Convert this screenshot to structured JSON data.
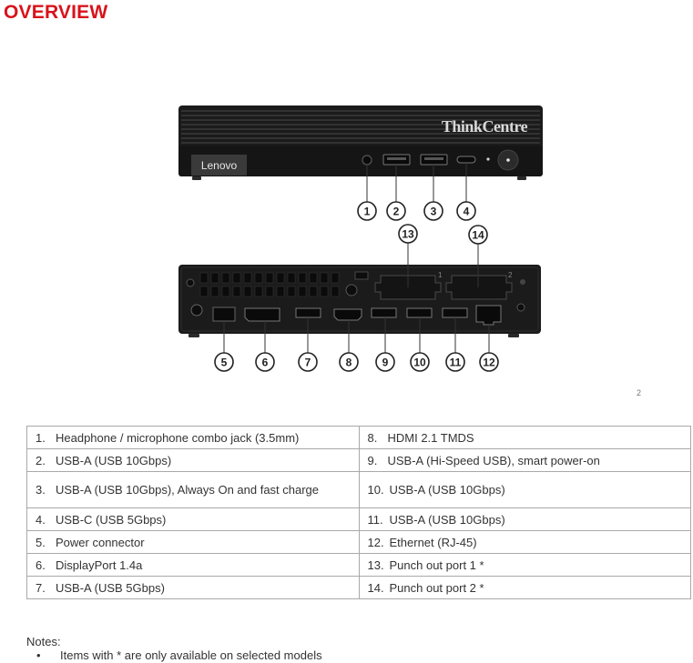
{
  "page": {
    "title": "OVERVIEW",
    "page_number": "2"
  },
  "device": {
    "brand_logo": "Lenovo",
    "series_logo": "ThinkCentre"
  },
  "callouts": [
    "1",
    "2",
    "3",
    "4",
    "5",
    "6",
    "7",
    "8",
    "9",
    "10",
    "11",
    "12",
    "13",
    "14"
  ],
  "specs": {
    "left": [
      {
        "num": "1.",
        "label": "Headphone / microphone combo jack (3.5mm)"
      },
      {
        "num": "2.",
        "label": "USB-A (USB 10Gbps)"
      },
      {
        "num": "3.",
        "label": "USB-A (USB 10Gbps), Always On and fast charge"
      },
      {
        "num": "4.",
        "label": "USB-C (USB 5Gbps)"
      },
      {
        "num": "5.",
        "label": "Power connector"
      },
      {
        "num": "6.",
        "label": "DisplayPort 1.4a"
      },
      {
        "num": "7.",
        "label": "USB-A (USB 5Gbps)"
      }
    ],
    "right": [
      {
        "num": "8.",
        "label": "HDMI 2.1 TMDS"
      },
      {
        "num": "9.",
        "label": "USB-A (Hi-Speed USB), smart power-on"
      },
      {
        "num": "10.",
        "label": "USB-A (USB 10Gbps)"
      },
      {
        "num": "11.",
        "label": "USB-A (USB 10Gbps)"
      },
      {
        "num": "12.",
        "label": "Ethernet (RJ-45)"
      },
      {
        "num": "13.",
        "label": "Punch out port 1 *"
      },
      {
        "num": "14.",
        "label": "Punch out port 2 *"
      }
    ]
  },
  "notes": {
    "heading": "Notes:",
    "bullet": "•",
    "items": [
      "Items with * are only available on selected models"
    ]
  }
}
